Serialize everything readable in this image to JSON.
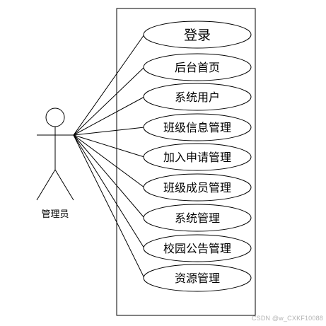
{
  "diagram": {
    "actor": {
      "label": "管理员"
    },
    "use_cases": [
      {
        "label": "登录"
      },
      {
        "label": "后台首页"
      },
      {
        "label": "系统用户"
      },
      {
        "label": "班级信息管理"
      },
      {
        "label": "加入申请管理"
      },
      {
        "label": "班级成员管理"
      },
      {
        "label": "系统管理"
      },
      {
        "label": "校园公告管理"
      },
      {
        "label": "资源管理"
      }
    ]
  },
  "watermark": "CSDN @w_CXKF10088"
}
